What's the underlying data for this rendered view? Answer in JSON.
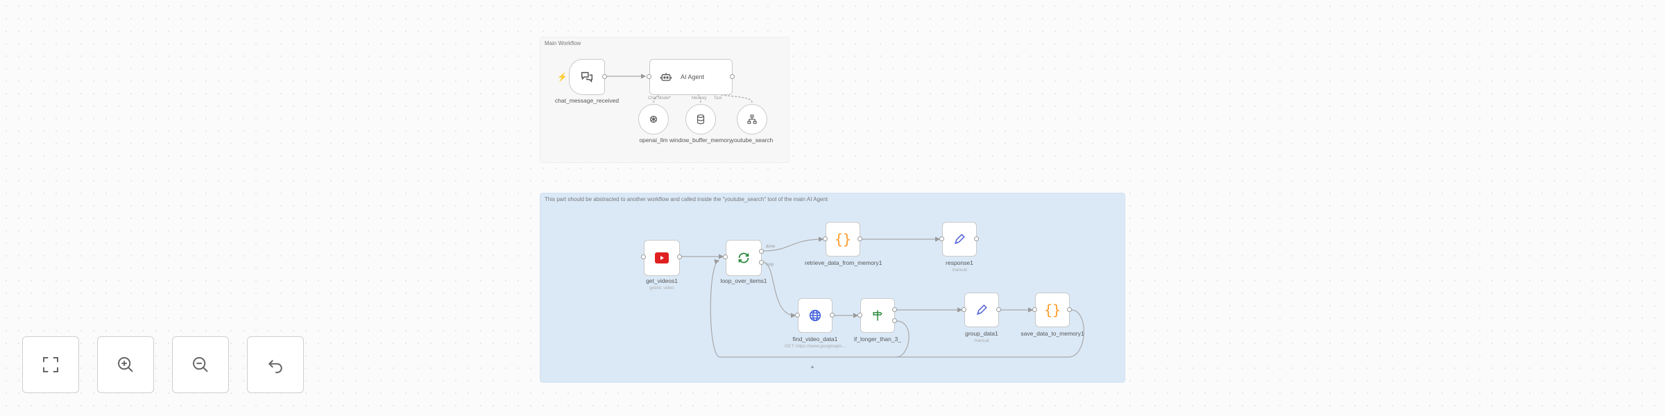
{
  "canvas": {
    "notes": {
      "main": "Main Workflow",
      "subworkflow": "This part should be abstracted to another workflow and called inside the \"youtube_search\" tool of the main AI Agent"
    },
    "nodes": {
      "chat_trigger": {
        "label": "chat_message_received"
      },
      "ai_agent": {
        "label": "AI Agent",
        "ports": [
          "Chat Model*",
          "Memory",
          "Tool"
        ]
      },
      "openai": {
        "label": "openai_llm"
      },
      "memory": {
        "label": "window_buffer_memory"
      },
      "youtube_search": {
        "label": "youtube_search"
      },
      "get_videos": {
        "label": "get_videos1",
        "sublabel": "getAll: video"
      },
      "loop": {
        "label": "loop_over_items1",
        "ports": [
          "done",
          "loop"
        ]
      },
      "retrieve": {
        "label": "retrieve_data_from_memory1"
      },
      "response": {
        "label": "response1",
        "sublabel": "manual"
      },
      "find_video": {
        "label": "find_video_data1",
        "sublabel": "GET: https://www.googleapis..."
      },
      "if_longer": {
        "label": "if_longer_than_3_"
      },
      "group": {
        "label": "group_data1",
        "sublabel": "manual"
      },
      "save": {
        "label": "save_data_to_memory1"
      }
    },
    "colors": {
      "youtube": "#e02020",
      "code": "#ff9d2e",
      "http": "#3b5bdb",
      "loop": "#2b8a3e",
      "if": "#2b8a3e",
      "set": "#5b6bd8",
      "trigger_accent": "#ff6b4a"
    }
  },
  "controls": [
    {
      "name": "zoom-to-fit",
      "icon": "fullscreen-icon"
    },
    {
      "name": "zoom-in",
      "icon": "zoom-in-icon"
    },
    {
      "name": "zoom-out",
      "icon": "zoom-out-icon"
    },
    {
      "name": "reset-zoom",
      "icon": "undo-icon"
    }
  ]
}
